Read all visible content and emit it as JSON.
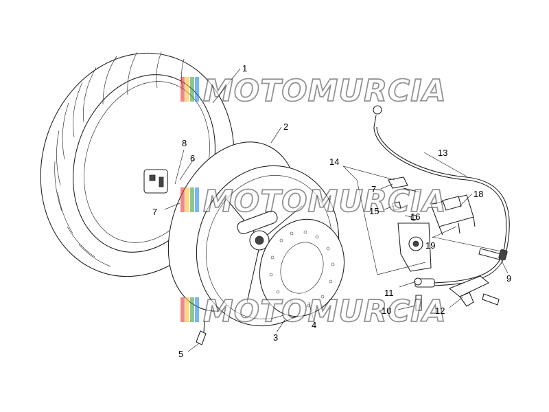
{
  "diagram": {
    "watermark": {
      "text": "MOTOMURCIA",
      "stripe_colors": [
        "#e53935",
        "#fbc02d",
        "#43a047",
        "#1e88e5"
      ]
    },
    "callouts": [
      {
        "id": "c1",
        "label": "1"
      },
      {
        "id": "c2",
        "label": "2"
      },
      {
        "id": "c3",
        "label": "3"
      },
      {
        "id": "c4",
        "label": "4"
      },
      {
        "id": "c5",
        "label": "5"
      },
      {
        "id": "c6",
        "label": "6"
      },
      {
        "id": "c7a",
        "label": "7"
      },
      {
        "id": "c7b",
        "label": "7"
      },
      {
        "id": "c8",
        "label": "8"
      },
      {
        "id": "c9",
        "label": "9"
      },
      {
        "id": "c10",
        "label": "10"
      },
      {
        "id": "c11",
        "label": "11"
      },
      {
        "id": "c12",
        "label": "12"
      },
      {
        "id": "c13",
        "label": "13"
      },
      {
        "id": "c14",
        "label": "14"
      },
      {
        "id": "c15",
        "label": "15"
      },
      {
        "id": "c16",
        "label": "16"
      },
      {
        "id": "c18",
        "label": "18"
      },
      {
        "id": "c19",
        "label": "19"
      }
    ]
  }
}
